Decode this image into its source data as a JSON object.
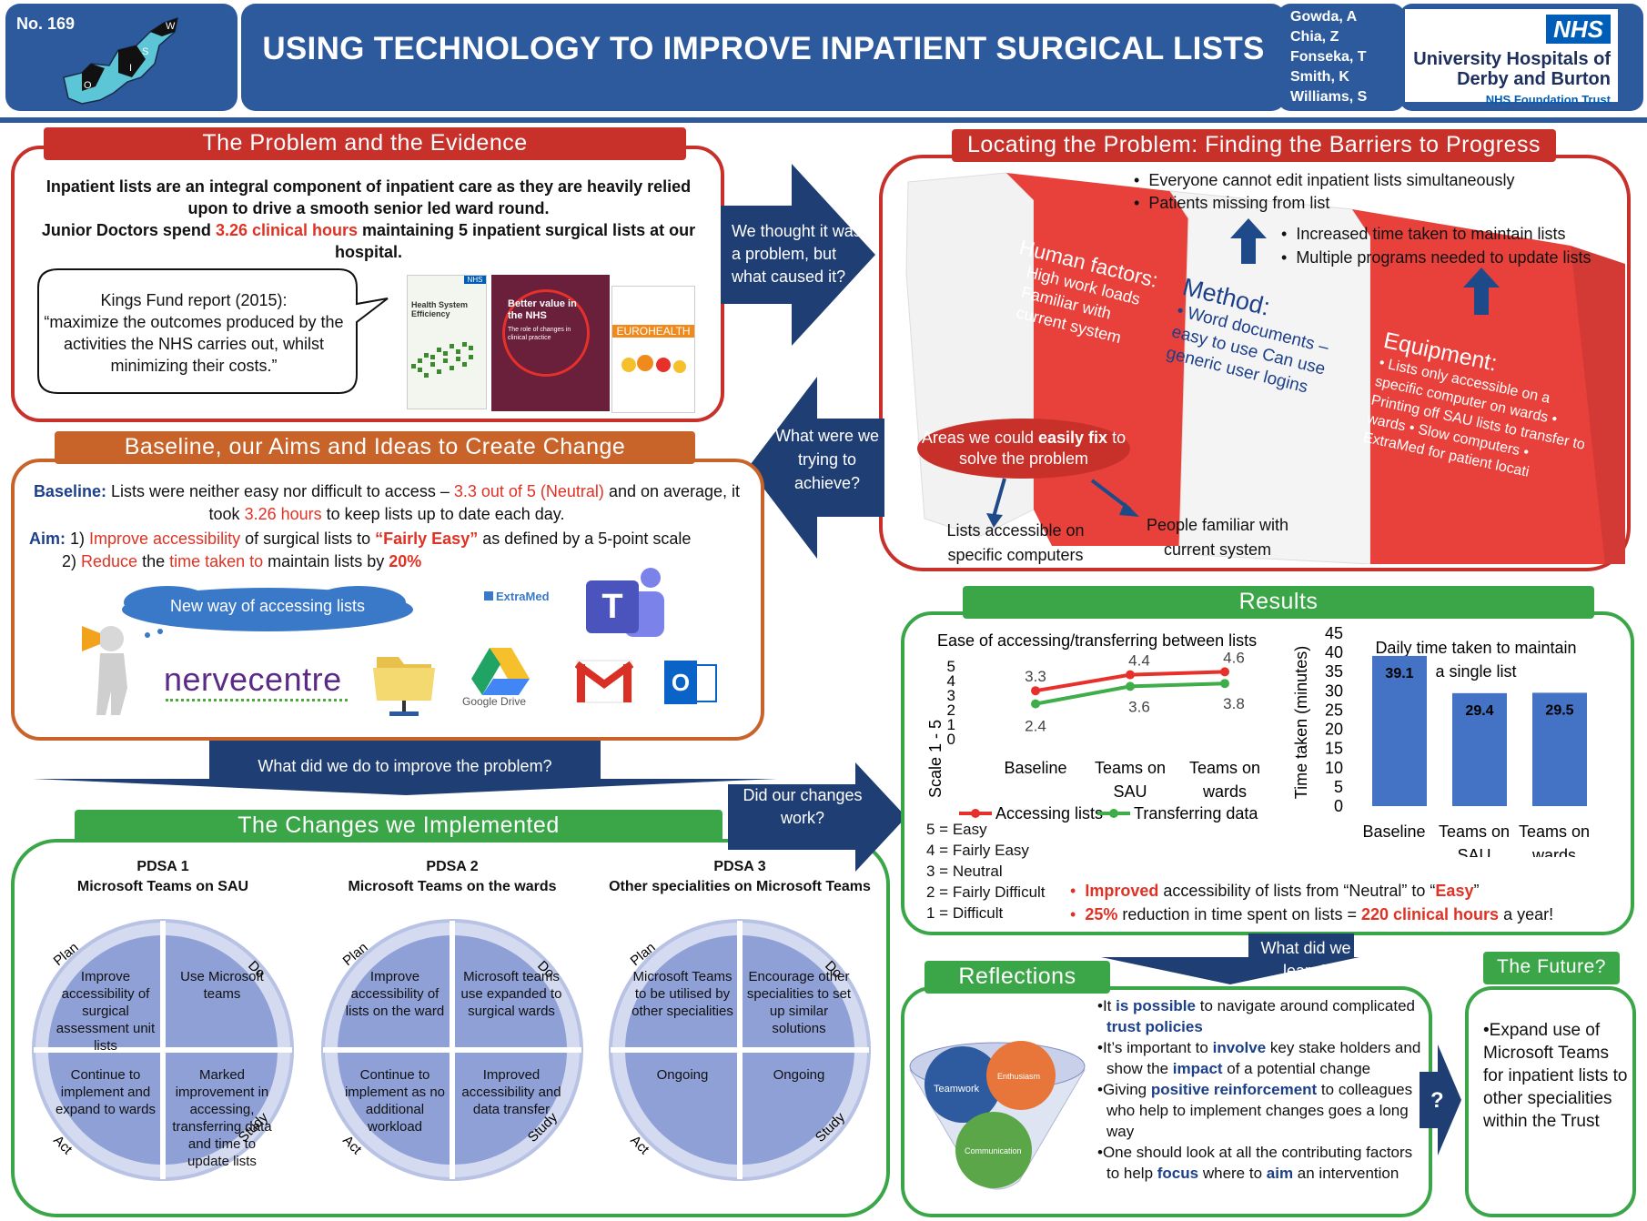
{
  "header": {
    "number": "No. 169",
    "title": "USING TECHNOLOGY TO IMPROVE INPATIENT SURGICAL LISTS",
    "authors": [
      "Gowda, A",
      "Chia, Z",
      "Fonseka, T",
      "Smith, K",
      "Williams, S"
    ],
    "nhs_logo": "NHS",
    "org_line1": "University Hospitals of",
    "org_line2": "Derby and Burton",
    "org_sub": "NHS Foundation Trust",
    "map_labels": [
      "W",
      "S",
      "I",
      "O"
    ]
  },
  "problem": {
    "banner": "The Problem and the Evidence",
    "p1a": "Inpatient lists are an ",
    "p1b": "integral component of inpatient care as they are heavily relied upon to drive a smooth senior led ward round.",
    "p2a": "Junior Doctors spend ",
    "p2b": "3.26 clinical hours",
    "p2c": " maintaining 5 inpatient surgical lists at our hospital.",
    "quote_line1": "Kings Fund report (2015):",
    "quote_line2": "“maximize the outcomes produced by the activities the NHS carries out, whilst minimizing their costs.”",
    "book1_title": "Health System Efficiency",
    "book2_title": "Better value in the NHS",
    "book2_sub": "The role of changes in clinical practice",
    "book3_title": "EUROHEALTH"
  },
  "arrows": {
    "thought": "We thought it was a problem, but what caused it?",
    "trying": "What were we trying to achieve?",
    "did_what": "What did we do to improve the problem?",
    "did_work": "Did our changes work?",
    "learn": "What did we learn?",
    "future_q": "?"
  },
  "barriers": {
    "banner": "Locating the Problem: Finding the Barriers to Progress",
    "top_bullets": [
      "Everyone cannot edit inpatient lists simultaneously",
      "Patients missing from list"
    ],
    "right_bullets": [
      "Increased time taken to maintain lists",
      "Multiple programs needed to update lists"
    ],
    "human_title": "Human factors:",
    "human_items": "High work loads Familiar with current system",
    "method_title": "Method:",
    "method_items": "• Word documents – easy to use Can use generic user logins",
    "equip_title": "Equipment:",
    "equip_items": "• Lists only accessible on a specific computer on wards • Printing off SAU lists to transfer to wards • Slow computers • ExtraMed for patient locati",
    "oval_a": "Areas we could ",
    "oval_b": "easily fix",
    "oval_c": " to solve the problem",
    "fix1": "Lists accessible on specific computers",
    "fix2": "People familiar with current system"
  },
  "baseline": {
    "banner": "Baseline, our Aims and Ideas to Create Change",
    "b_label": "Baseline:",
    "b_text1": " Lists were neither easy nor difficult to access – ",
    "b_red1": "3.3 out of 5 (Neutral)",
    "b_text2": " and on average, it took ",
    "b_red2": "3.26 hours",
    "b_text3": " to keep lists up to date each day.",
    "aim_label": "Aim:",
    "aim1a": " 1) ",
    "aim1b": "Improve accessibility",
    "aim1c": " of surgical lists to ",
    "aim1d": "“Fairly Easy”",
    "aim1e": " as defined by a 5-point scale",
    "aim2a": "2) ",
    "aim2b": "Reduce",
    "aim2c": " the ",
    "aim2d": "time taken to",
    "aim2e": " maintain lists by ",
    "aim2f": "20%",
    "cloud": "New way of accessing lists",
    "extramed": "ExtraMed",
    "nervecentre": "nervecentre",
    "gdrive": "Google Drive",
    "teams_letter": "T",
    "outlook_letter": "O"
  },
  "changes": {
    "banner": "The Changes we Implemented",
    "pdsa": [
      {
        "title1": "PDSA 1",
        "title2": "Microsoft Teams on SAU",
        "plan": "Improve accessibility of surgical assessment unit lists",
        "do": "Use Microsoft teams",
        "act": "Continue to implement and expand to wards",
        "study": "Marked improvement in accessing, transferring data and time to update lists"
      },
      {
        "title1": "PDSA 2",
        "title2": "Microsoft Teams on the wards",
        "plan": "Improve accessibility of lists on the ward",
        "do": "Microsoft teams use expanded to surgical wards",
        "act": "Continue to implement as no additional workload",
        "study": "Improved accessibility and data transfer"
      },
      {
        "title1": "PDSA 3",
        "title2": "Other specialities on Microsoft Teams",
        "plan": "Microsoft Teams to be utilised by other specialities",
        "do": "Encourage other specialities to set up similar solutions",
        "act": "Ongoing",
        "study": "Ongoing"
      }
    ],
    "lbl_plan": "Plan",
    "lbl_do": "Do",
    "lbl_act": "Act",
    "lbl_study": "Study"
  },
  "results": {
    "banner": "Results",
    "scale": [
      "5 = Easy",
      "4 = Fairly Easy",
      "3 = Neutral",
      "2 = Fairly Difficult",
      "1 = Difficult"
    ],
    "r1a": "Improved",
    "r1b": " accessibility of lists from “Neutral” to “",
    "r1c": "Easy",
    "r1d": "”",
    "r2a": "25%",
    "r2b": " reduction in time spent on lists = ",
    "r2c": "220 clinical hours",
    "r2d": " a year!"
  },
  "chart_data": [
    {
      "type": "line",
      "title": "Ease of accessing/transferring between lists",
      "ylabel": "Scale 1 - 5",
      "categories": [
        "Baseline",
        "Teams on SAU",
        "Teams on wards"
      ],
      "yticks": [
        "0",
        "1",
        "2",
        "3",
        "4",
        "5"
      ],
      "ylim": [
        0,
        5
      ],
      "series": [
        {
          "name": "Accessing lists",
          "values": [
            3.3,
            4.4,
            4.6
          ],
          "color": "#e8302a"
        },
        {
          "name": "Transferring data",
          "values": [
            2.4,
            3.6,
            3.8
          ],
          "color": "#3fae4a"
        }
      ],
      "legend": "bottom"
    },
    {
      "type": "bar",
      "title": "Daily time taken to maintain a single list",
      "ylabel": "Time taken (minutes)",
      "categories": [
        "Baseline",
        "Teams on SAU",
        "Teams on wards"
      ],
      "values": [
        39.1,
        29.4,
        29.5
      ],
      "yticks": [
        "0",
        "5",
        "10",
        "15",
        "20",
        "25",
        "30",
        "35",
        "40",
        "45"
      ],
      "ylim": [
        0,
        45
      ],
      "color": "#4472c4"
    }
  ],
  "reflections": {
    "banner": "Reflections",
    "venn": [
      "Teamwork",
      "Enthusiasm",
      "Communication"
    ],
    "items": [
      {
        "a": "It ",
        "b": "is possible",
        "c": " to navigate around complicated ",
        "d": "trust policies",
        "e": ""
      },
      {
        "a": "It’s important to ",
        "b": "involve",
        "c": " key stake holders and show the ",
        "d": "impact",
        "e": " of a potential change"
      },
      {
        "a": "Giving ",
        "b": "positive reinforcement",
        "c": " to colleagues who help to implement changes goes a long way",
        "d": "",
        "e": ""
      },
      {
        "a": "One should look at all the contributing factors to help ",
        "b": "focus",
        "c": " where to ",
        "d": "aim",
        "e": " an intervention"
      }
    ]
  },
  "future": {
    "banner": "The Future?",
    "text": "•Expand use of Microsoft Teams for inpatient lists to other specialities within the Trust"
  },
  "colors": {
    "header_blue": "#2c5a9c",
    "red": "#c8302a",
    "orange": "#c8632a",
    "green": "#3aa648",
    "navy_arrow": "#1f3e73"
  }
}
